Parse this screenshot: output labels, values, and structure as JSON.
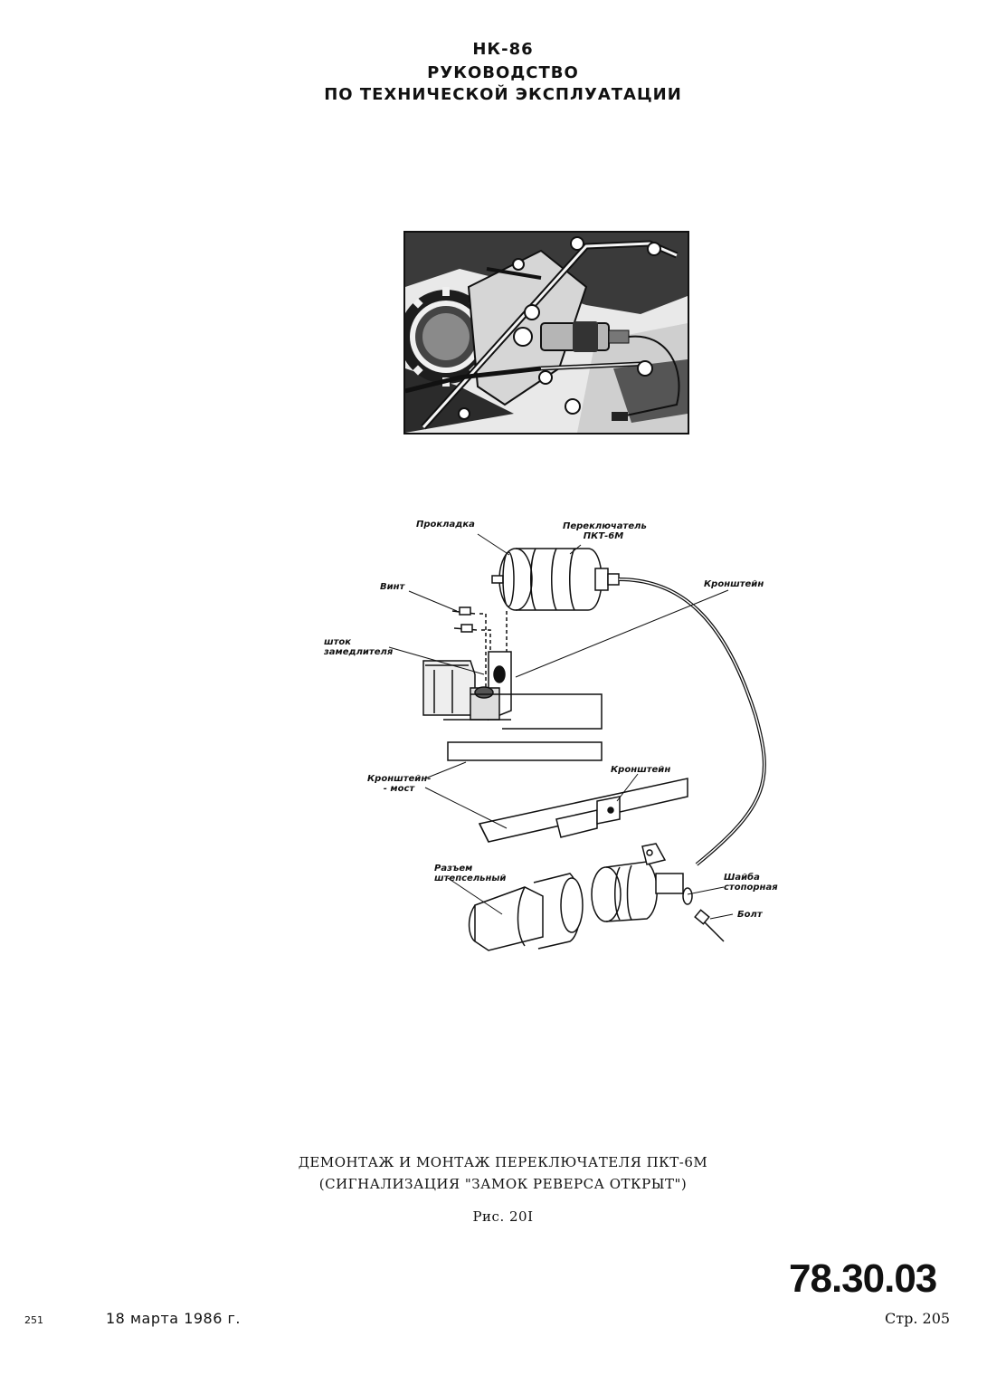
{
  "header": {
    "line1": "НК-86",
    "line2": "РУКОВОДСТВО",
    "line3": "ПО ТЕХНИЧЕСКОЙ ЭКСПЛУАТАЦИИ"
  },
  "figure": {
    "labels": {
      "prokladka": "Прокладка",
      "pereklyuchatel_1": "Переключатель",
      "pereklyuchatel_2": "ПКТ-6М",
      "kronshtein_top": "Кронштейн",
      "vint": "Винт",
      "shtok_1": "шток",
      "shtok_2": "замедлителя",
      "kronshtein_most_1": "Кронштейн-",
      "kronshtein_most_2": "- мост",
      "kronshtein_mid": "Кронштейн",
      "razem_1": "Разъем",
      "razem_2": "штепсельный",
      "shaiba_1": "Шайба",
      "shaiba_2": "стопорная",
      "bolt": "Болт"
    }
  },
  "caption": {
    "line1": "ДЕМОНТАЖ И МОНТАЖ ПЕРЕКЛЮЧАТЕЛЯ ПКТ-6М",
    "line2": "(СИГНАЛИЗАЦИЯ \"ЗАМОК РЕВЕРСА ОТКРЫТ\")",
    "figure_ref": "Рис. 20I"
  },
  "footer": {
    "doc_number": "78.30.03",
    "page": "Стр. 205",
    "page_index": "251",
    "date": "18 марта 1986 г."
  }
}
